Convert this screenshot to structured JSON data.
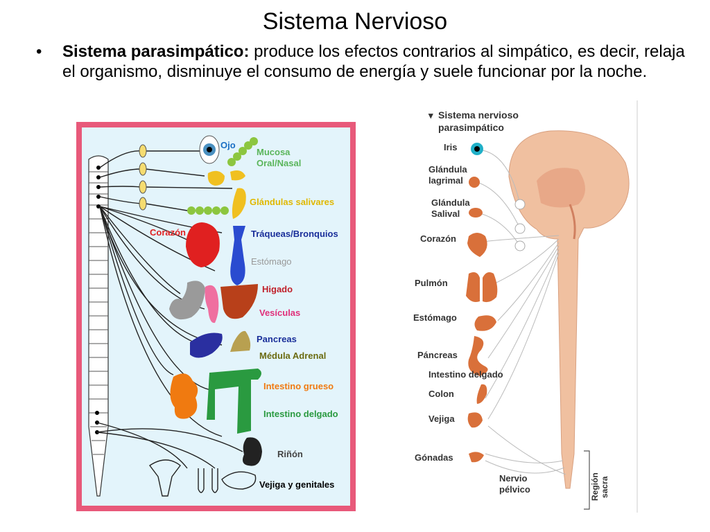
{
  "slide": {
    "title": "Sistema Nervioso",
    "bullet_symbol": "•",
    "bullet_bold": "Sistema parasimpático:",
    "bullet_text": " produce los efectos contrarios al simpático, es decir, relaja el organismo, disminuye el consumo de energía y suele funcionar por la noche."
  },
  "left_diagram": {
    "labels": {
      "ojo": "Ojo",
      "mucosa": "Mucosa",
      "oral_nasal": "Oral/Nasal",
      "glandulas": "Glándulas salivares",
      "corazon": "Corazón",
      "traqueas": "Tráqueas/Bronquios",
      "estomago": "Estómago",
      "higado": "Higado",
      "vesiculas": "Vesículas",
      "pancreas": "Pancreas",
      "medula": "Médula Adrenal",
      "int_grueso": "Intestino grueso",
      "int_delgado": "Intestino delgado",
      "rinon": "Riñón",
      "vejiga": "Vejiga y genitales"
    },
    "colors": {
      "frame": "#e8597a",
      "background": "#e3f4fb",
      "ojo": "#1a6fc4",
      "mucosa": "#5ab55a",
      "glandulas": "#e0b800",
      "corazon": "#e02020",
      "traqueas": "#1a2f9a",
      "estomago": "#999999",
      "higado": "#c0202a",
      "vesiculas": "#e0307a",
      "pancreas": "#1a2f9a",
      "medula": "#6b6b10",
      "int_grueso": "#f07a10",
      "int_delgado": "#2a9a40",
      "rinon": "#444444",
      "vejiga": "#000000"
    }
  },
  "right_diagram": {
    "title_marker": "▾",
    "title_line1": "Sistema nervioso",
    "title_line2": "parasimpático",
    "labels": {
      "iris": "Iris",
      "glandula_lagrimal_1": "Glándula",
      "glandula_lagrimal_2": "lagrimal",
      "glandula_salival_1": "Glándula",
      "glandula_salival_2": "Salival",
      "corazon": "Corazón",
      "pulmon": "Pulmón",
      "estomago": "Estómago",
      "pancreas": "Páncreas",
      "intestino": "Intestino delgado",
      "colon": "Colon",
      "vejiga": "Vejiga",
      "gonadas": "Gónadas",
      "nervio_1": "Nervio",
      "nervio_2": "pélvico",
      "region_sacra_1": "Región",
      "region_sacra_2": "sacra"
    },
    "colors": {
      "brain": "#f0c0a0",
      "organ": "#d9703a",
      "text": "#333333"
    }
  }
}
